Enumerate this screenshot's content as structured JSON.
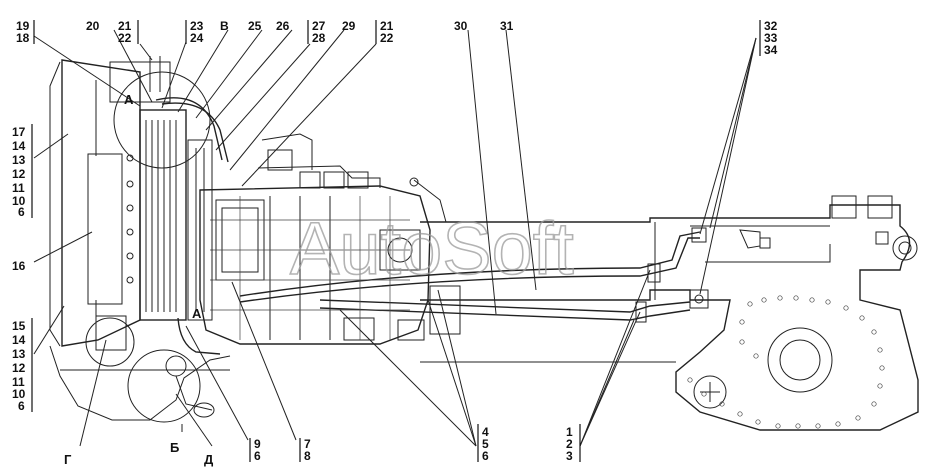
{
  "watermark": "AutoSoft",
  "callouts": {
    "top": [
      {
        "id": "t1",
        "lines": [
          "19",
          "18"
        ]
      },
      {
        "id": "t2",
        "lines": [
          "20"
        ]
      },
      {
        "id": "t3",
        "lines": [
          "21",
          "22"
        ]
      },
      {
        "id": "t4",
        "lines": [
          "23",
          "24"
        ]
      },
      {
        "id": "t5",
        "lines": [
          "В"
        ]
      },
      {
        "id": "t6",
        "lines": [
          "25"
        ]
      },
      {
        "id": "t7",
        "lines": [
          "26"
        ]
      },
      {
        "id": "t8",
        "lines": [
          "27",
          "28"
        ]
      },
      {
        "id": "t9",
        "lines": [
          "29"
        ]
      },
      {
        "id": "t10",
        "lines": [
          "21",
          "22"
        ]
      },
      {
        "id": "t11",
        "lines": [
          "30"
        ]
      },
      {
        "id": "t12",
        "lines": [
          "31"
        ]
      },
      {
        "id": "t13",
        "lines": [
          "32",
          "33",
          "34"
        ]
      }
    ],
    "left": [
      {
        "id": "l1",
        "lines": [
          "17",
          "14",
          "13",
          "12",
          "11",
          "10",
          "6"
        ]
      },
      {
        "id": "l2",
        "lines": [
          "16"
        ]
      },
      {
        "id": "l3",
        "lines": [
          "15",
          "14",
          "13",
          "12",
          "11",
          "10",
          "6"
        ]
      }
    ],
    "bottom": [
      {
        "id": "b1",
        "lines": [
          "Г"
        ]
      },
      {
        "id": "b2",
        "lines": [
          "Б"
        ]
      },
      {
        "id": "b3",
        "lines": [
          "Д"
        ]
      },
      {
        "id": "b4",
        "lines": [
          "9",
          "6"
        ]
      },
      {
        "id": "b5",
        "lines": [
          "7",
          "8"
        ]
      },
      {
        "id": "b6",
        "lines": [
          "4",
          "5",
          "6"
        ]
      },
      {
        "id": "b7",
        "lines": [
          "1",
          "2",
          "3"
        ]
      }
    ],
    "inline": [
      {
        "id": "a1",
        "text": "А"
      },
      {
        "id": "a2",
        "text": "А"
      }
    ]
  }
}
